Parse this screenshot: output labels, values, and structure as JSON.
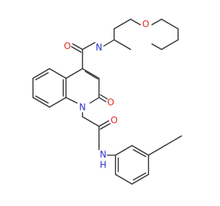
{
  "atoms": {
    "morpholine_o": "O",
    "morpholine_n": "N",
    "carbonyl_o_amide4": "O",
    "ring_n1": "N",
    "oxo_o2": "O",
    "acetamide_o": "O",
    "amide_nh_n": "N",
    "amide_nh_h": "H"
  },
  "colors": {
    "oxygen": "#e8291c",
    "nitrogen": "#2b31c8",
    "carbon_bond": "#3c3c3c"
  }
}
